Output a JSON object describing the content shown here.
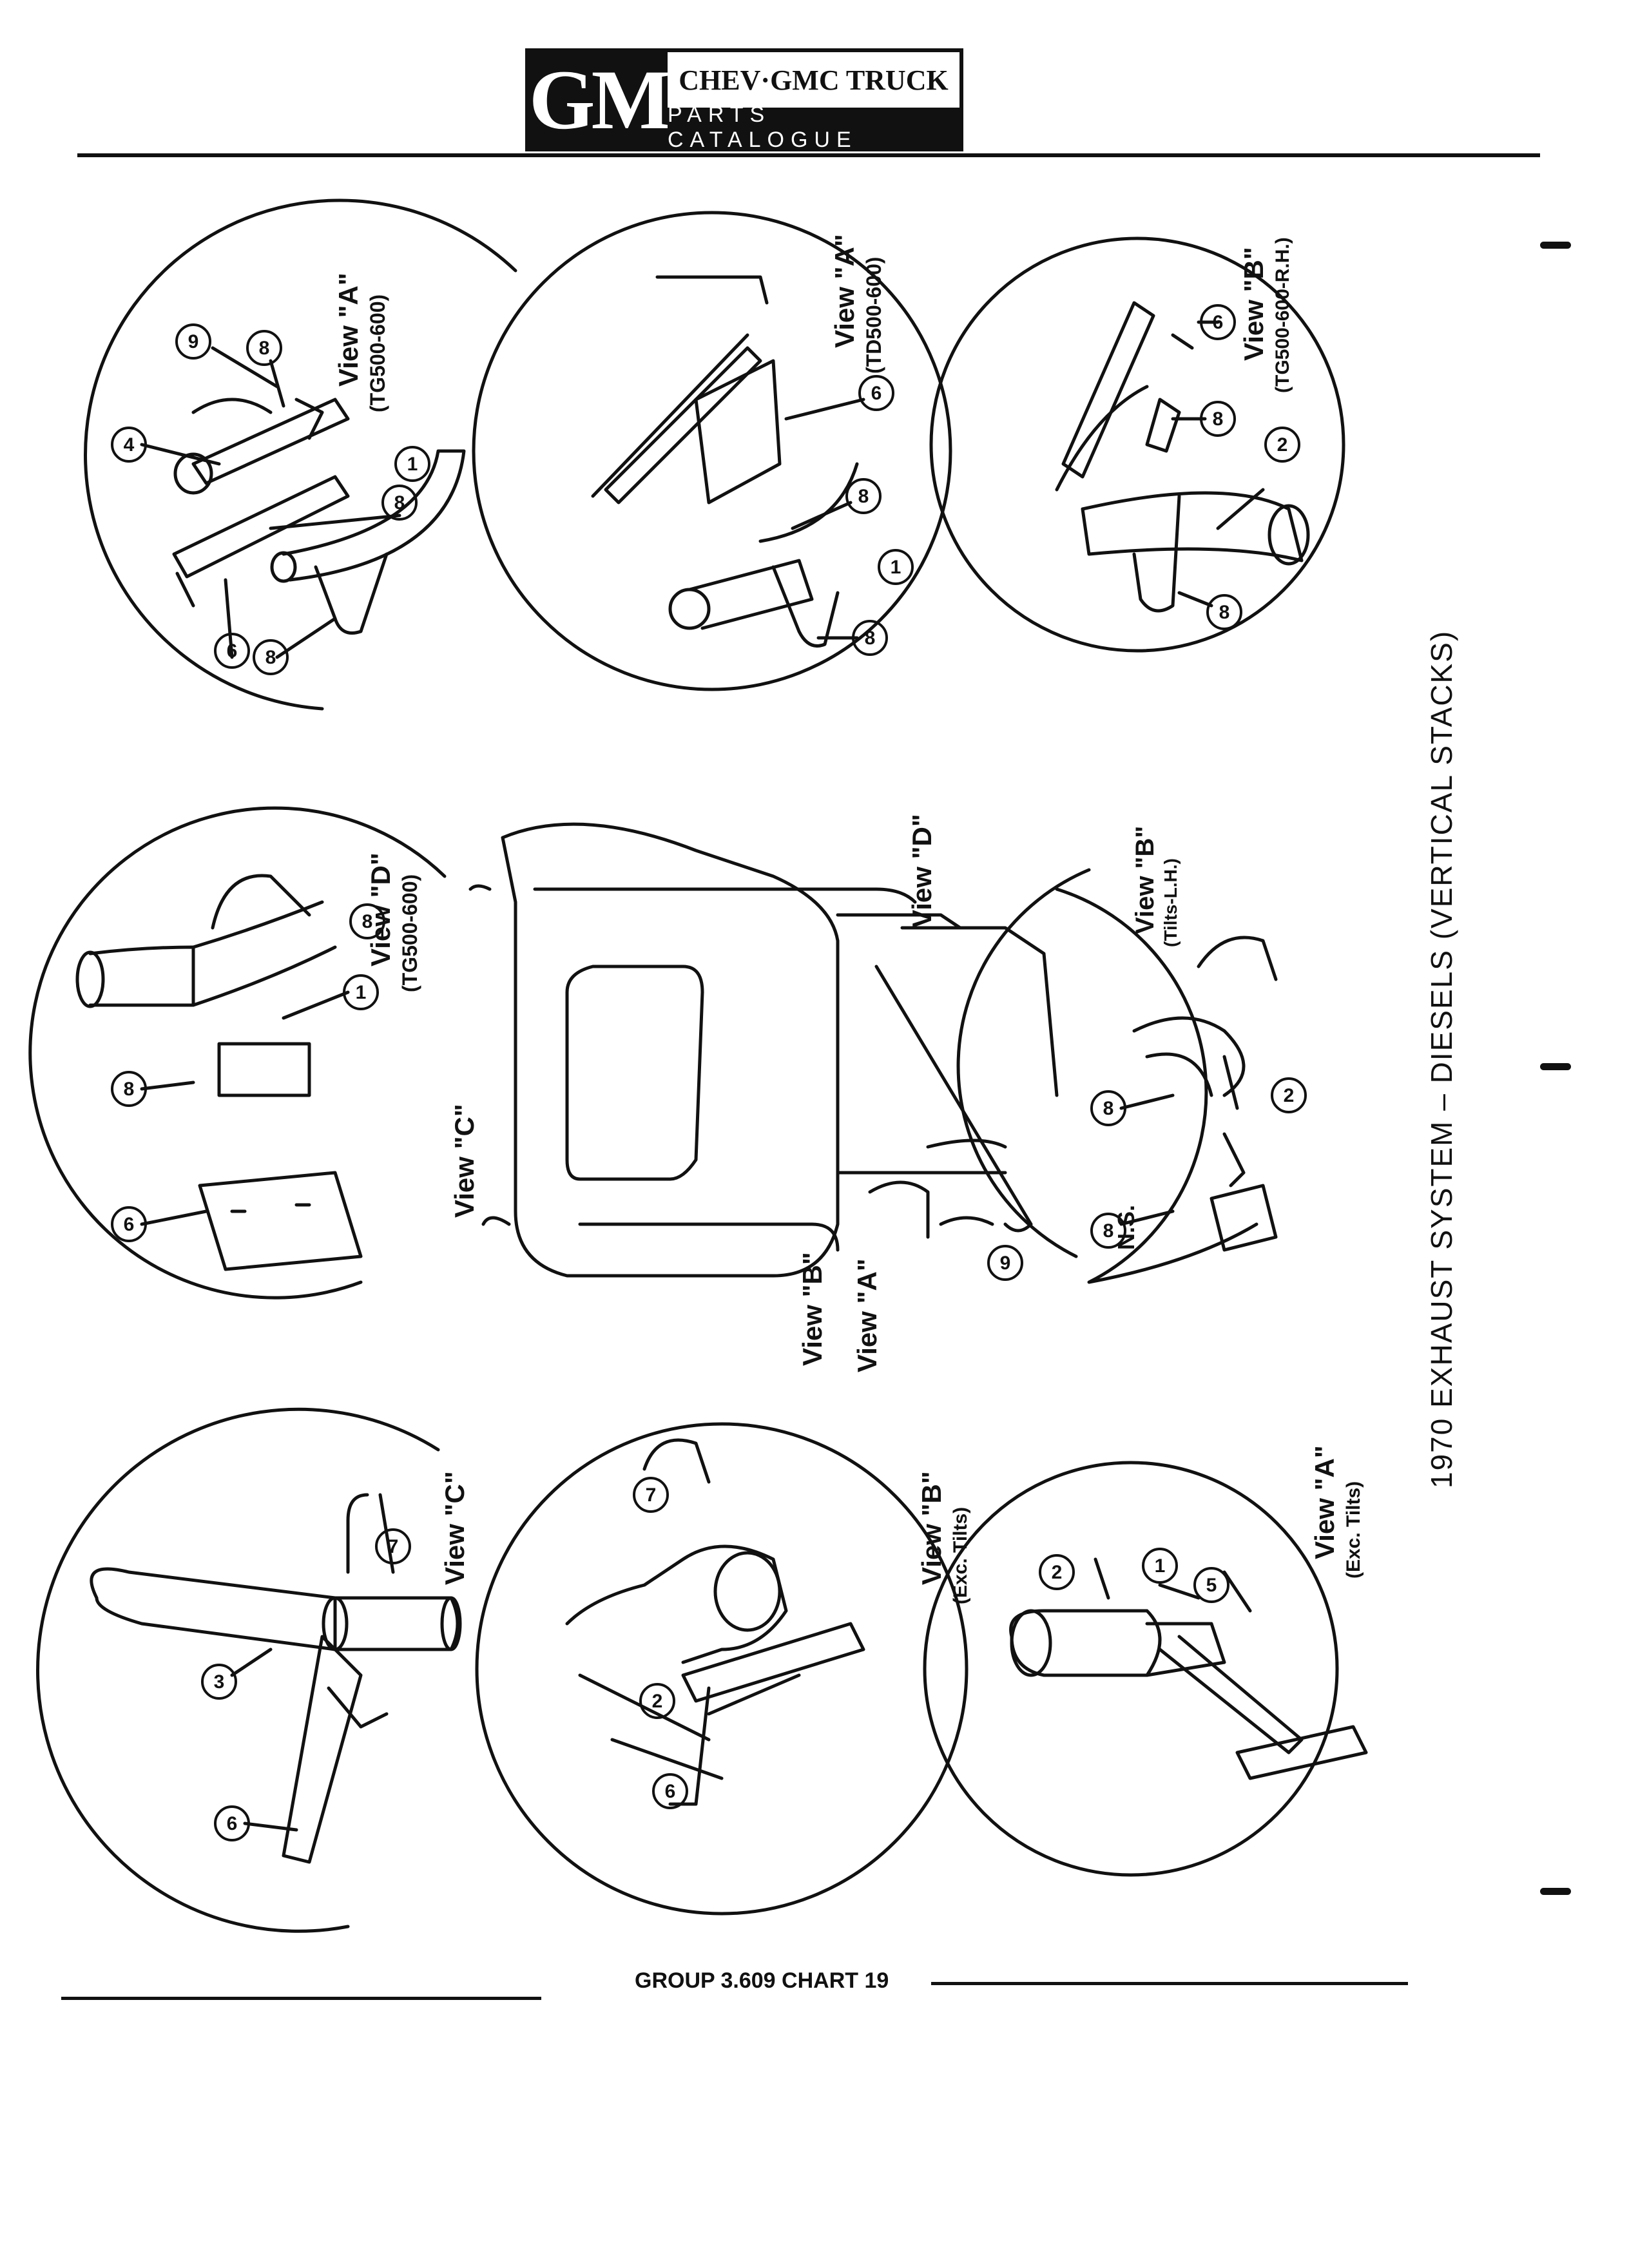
{
  "header": {
    "brand": "GM",
    "line1": "CHEV·GMC TRUCK",
    "line2": "PARTS CATALOGUE"
  },
  "title": "1970 EXHAUST SYSTEM – DIESELS (VERTICAL STACKS)",
  "footer": "GROUP 3.609 CHART 19",
  "views": {
    "a_tg": {
      "title": "View \"A\"",
      "sub": "(TG500-600)"
    },
    "a_td": {
      "title": "View \"A\"",
      "sub": "(TD500-600)"
    },
    "b_tg_rh": {
      "title": "View \"B\"",
      "sub": "(TG500-600-R.H.)"
    },
    "d_tg": {
      "title": "View \"D\"",
      "sub": "(TG500-600)"
    },
    "b_tilts_lh": {
      "title": "View \"B\"",
      "sub": "(Tilts-L.H.)"
    },
    "c": {
      "title": "View \"C\""
    },
    "b_exc": {
      "title": "View \"B\"",
      "sub": "(Exc. Tilts)"
    },
    "a_exc": {
      "title": "View \"A\"",
      "sub": "(Exc. Tilts)"
    },
    "center_c": "View \"C\"",
    "center_d": "View \"D\"",
    "center_b": "View \"B\"",
    "center_a": "View \"A\"",
    "ns": "N.S."
  },
  "callouts": {
    "n1": "1",
    "n2": "2",
    "n3": "3",
    "n4": "4",
    "n5": "5",
    "n6": "6",
    "n7": "7",
    "n8": "8",
    "n9": "9"
  }
}
